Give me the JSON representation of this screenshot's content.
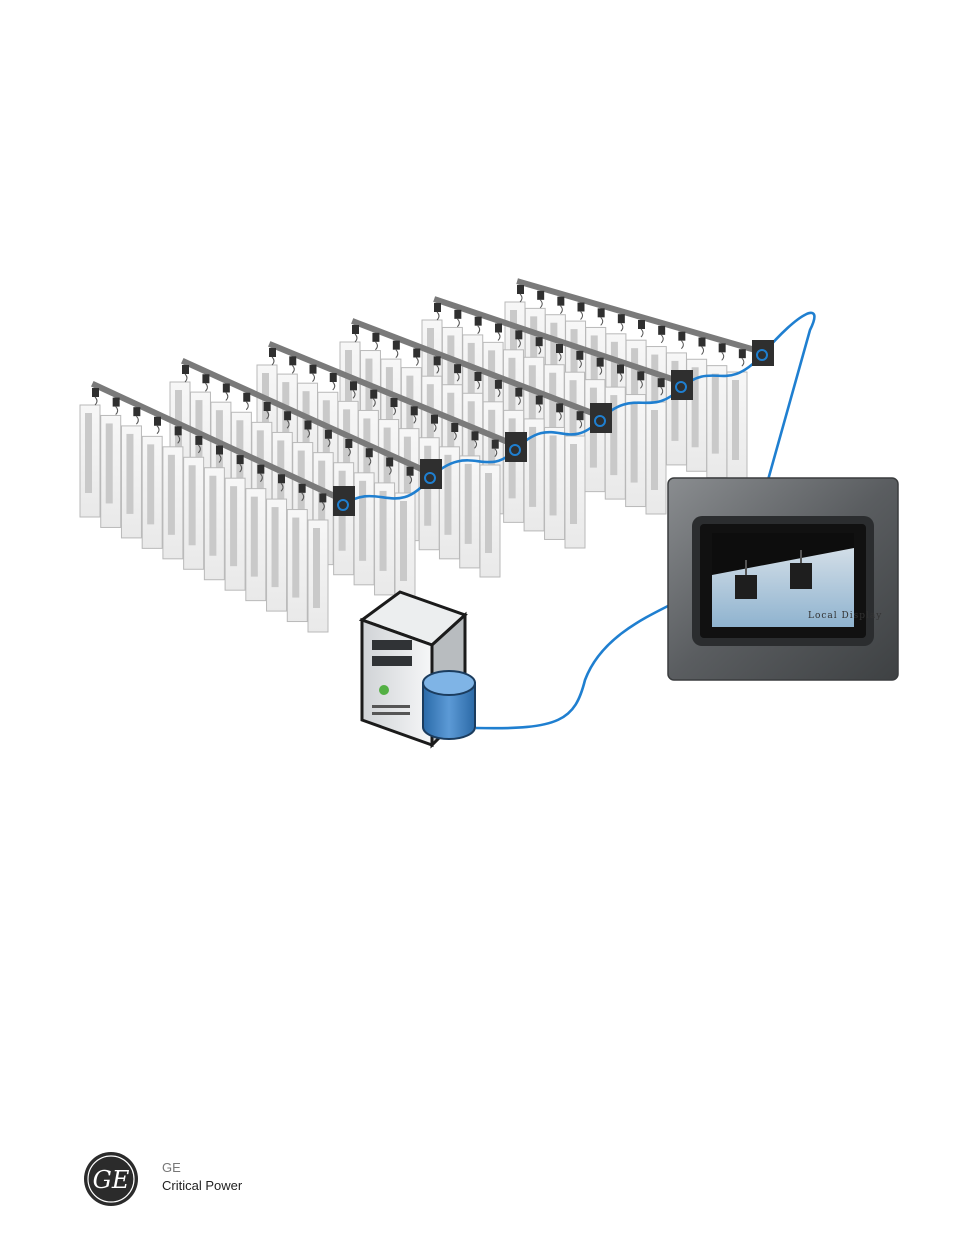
{
  "footer": {
    "company": "GE",
    "division": "Critical Power",
    "logo_icon": "ge-monogram-icon"
  },
  "display": {
    "screen_caption": "Local Display"
  },
  "diagram": {
    "rack_rows": 6,
    "colors": {
      "cable": "#1f7fd0",
      "busway": "#7a7a7a",
      "rack_outline": "#b9b9b9",
      "display_bezel": "#5b5e60",
      "db_cylinder": "#3d82c4",
      "server_led": "#53b044"
    },
    "icons": [
      "server-icon",
      "database-icon",
      "display-panel-icon",
      "busway-meter-icon"
    ]
  }
}
